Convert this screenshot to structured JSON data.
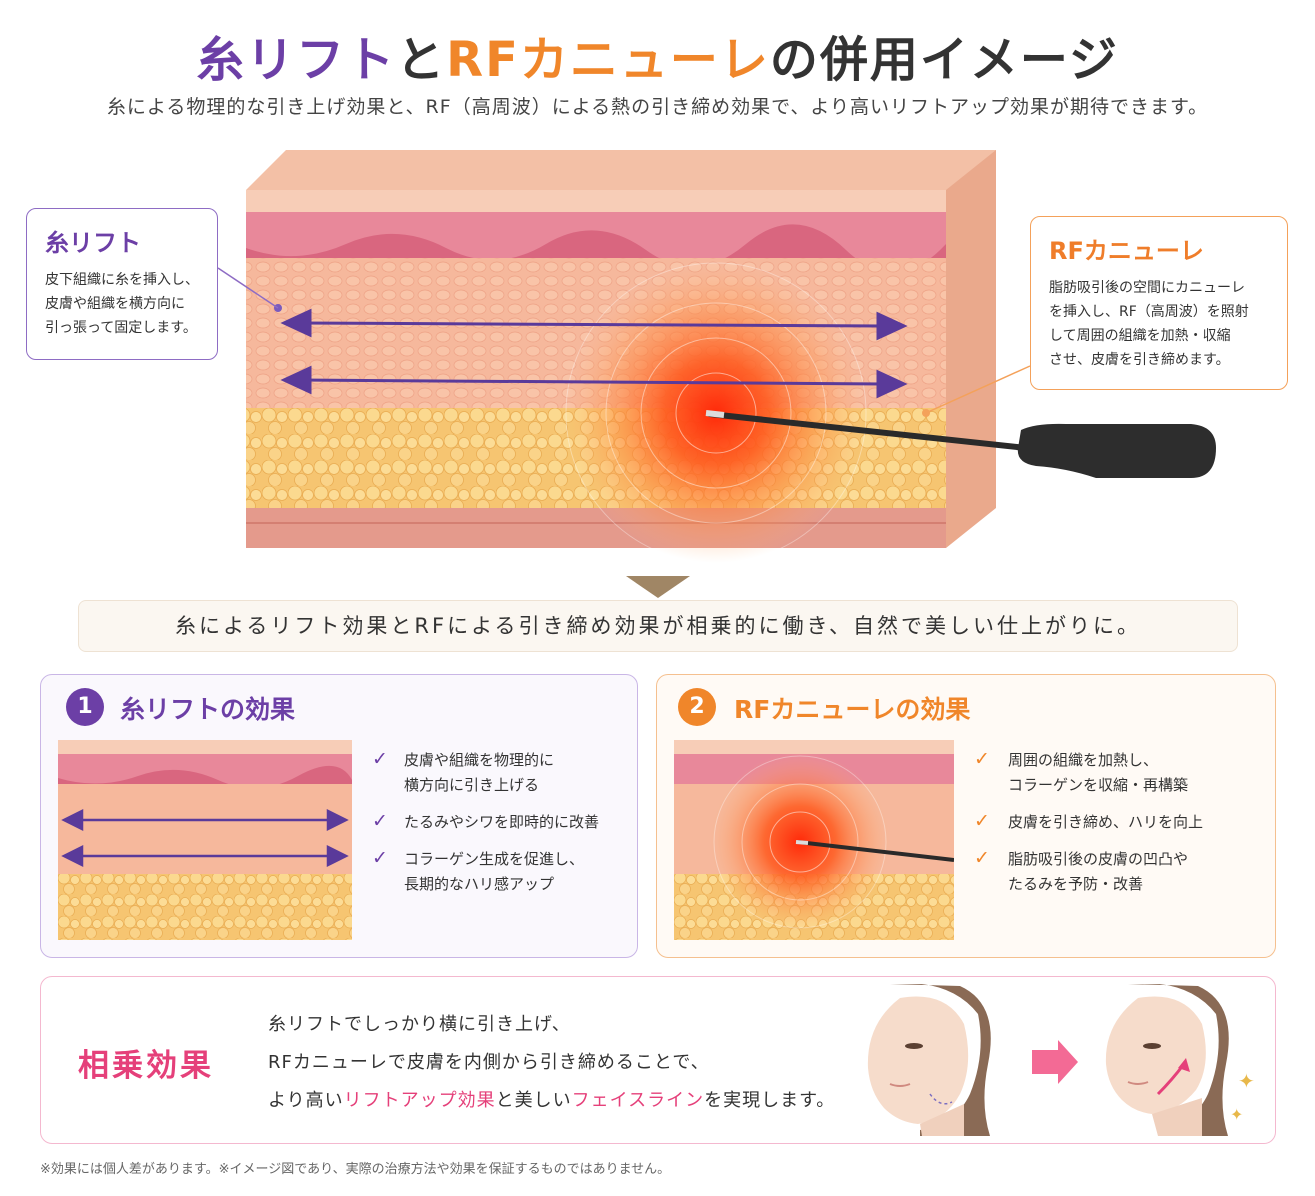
{
  "header": {
    "title_part1": "糸リフト",
    "title_part2": "と",
    "title_part3": "RFカニューレ",
    "title_part4": "の併用イメージ",
    "subtitle": "糸による物理的な引き上げ効果と、RF（高周波）による熱の引き締め効果で、より高いリフトアップ効果が期待できます。"
  },
  "callouts": {
    "thread": {
      "title": "糸リフト",
      "lines": [
        "皮下組織に糸を挿入し、",
        "皮膚や組織を横方向に",
        "引っ張って固定します。"
      ]
    },
    "rf": {
      "title": "RFカニューレ",
      "lines": [
        "脂肪吸引後の空間にカニューレ",
        "を挿入し、RF（高周波）を照射",
        "して周囲の組織を加熱・収縮",
        "させ、皮膚を引き締めます。"
      ]
    }
  },
  "banner": "糸によるリフト効果とRFによる引き締め効果が相乗的に働き、自然で美しい仕上がりに。",
  "cards": [
    {
      "num": "1",
      "title": "糸リフトの効果",
      "items": [
        [
          "皮膚や組織を物理的に",
          "横方向に引き上げる"
        ],
        [
          "たるみやシワを即時的に改善"
        ],
        [
          "コラーゲン生成を促進し、",
          "長期的なハリ感アップ"
        ]
      ]
    },
    {
      "num": "2",
      "title": "RFカニューレの効果",
      "items": [
        [
          "周囲の組織を加熱し、",
          "コラーゲンを収縮・再構築"
        ],
        [
          "皮膚を引き締め、ハリを向上"
        ],
        [
          "脂肪吸引後の皮膚の凹凸や",
          "たるみを予防・改善"
        ]
      ]
    }
  ],
  "synergy": {
    "heading": "相乗効果",
    "line1": "糸リフトでしっかり横に引き上げ、",
    "line2": "RFカニューレで皮膚を内側から引き締めることで、",
    "line3_a": "より高い",
    "line3_b": "リフトアップ効果",
    "line3_c": "と美しい",
    "line3_d": "フェイスライン",
    "line3_e": "を実現します。"
  },
  "footnote": "※効果には個人差があります。※イメージ図であり、実際の治療方法や効果を保証するものではありません。",
  "colors": {
    "purple": "#6c3fa6",
    "orange": "#f0862a",
    "pink": "#e5407a",
    "thread": "#5a3a9a"
  }
}
